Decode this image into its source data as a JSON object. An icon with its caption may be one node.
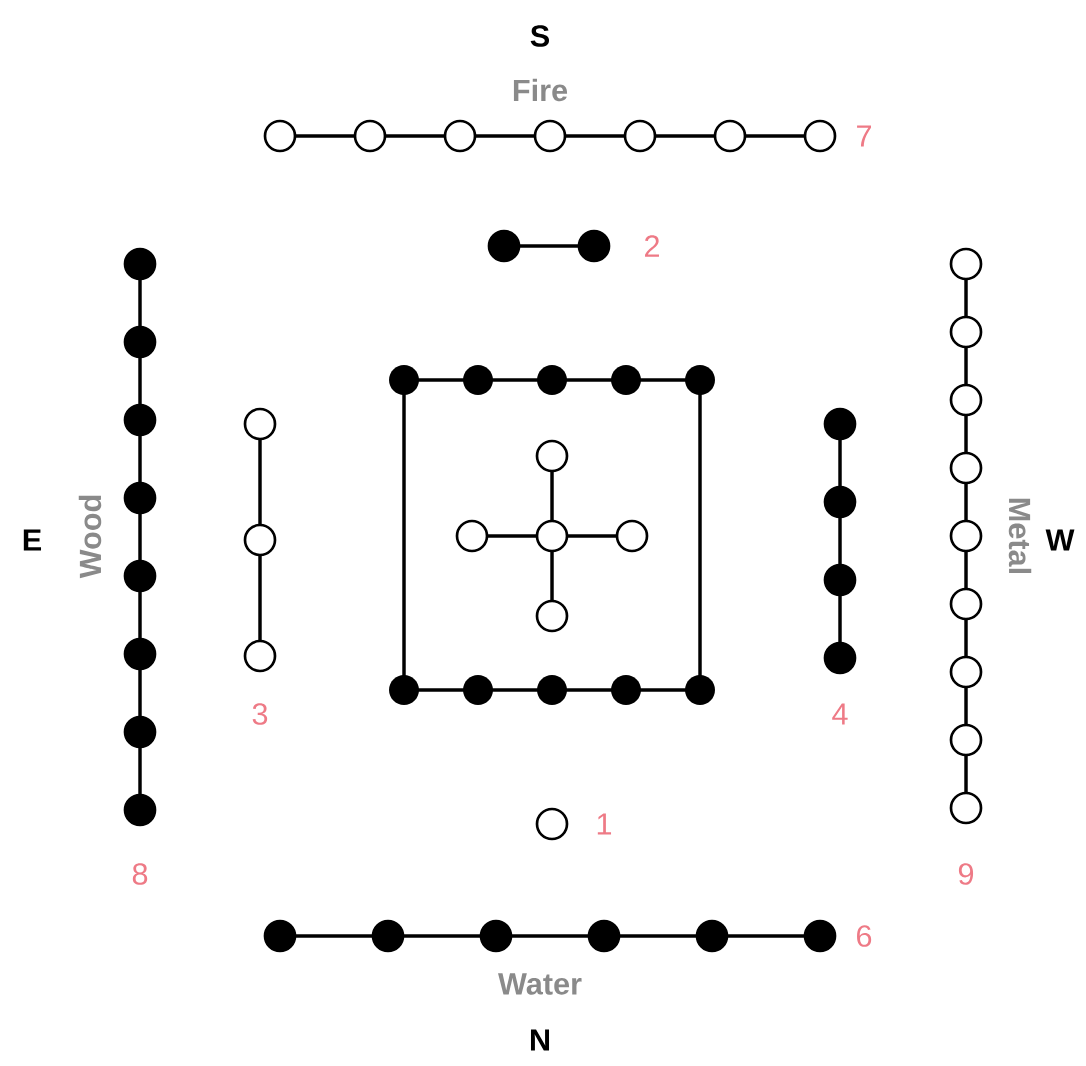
{
  "diagram": {
    "labels": [
      "S",
      "Fire",
      "7",
      "2",
      "E",
      "Wood",
      "Metal",
      "W",
      "3",
      "4",
      "8",
      "1",
      "9",
      "6",
      "Water",
      "N"
    ]
  }
}
